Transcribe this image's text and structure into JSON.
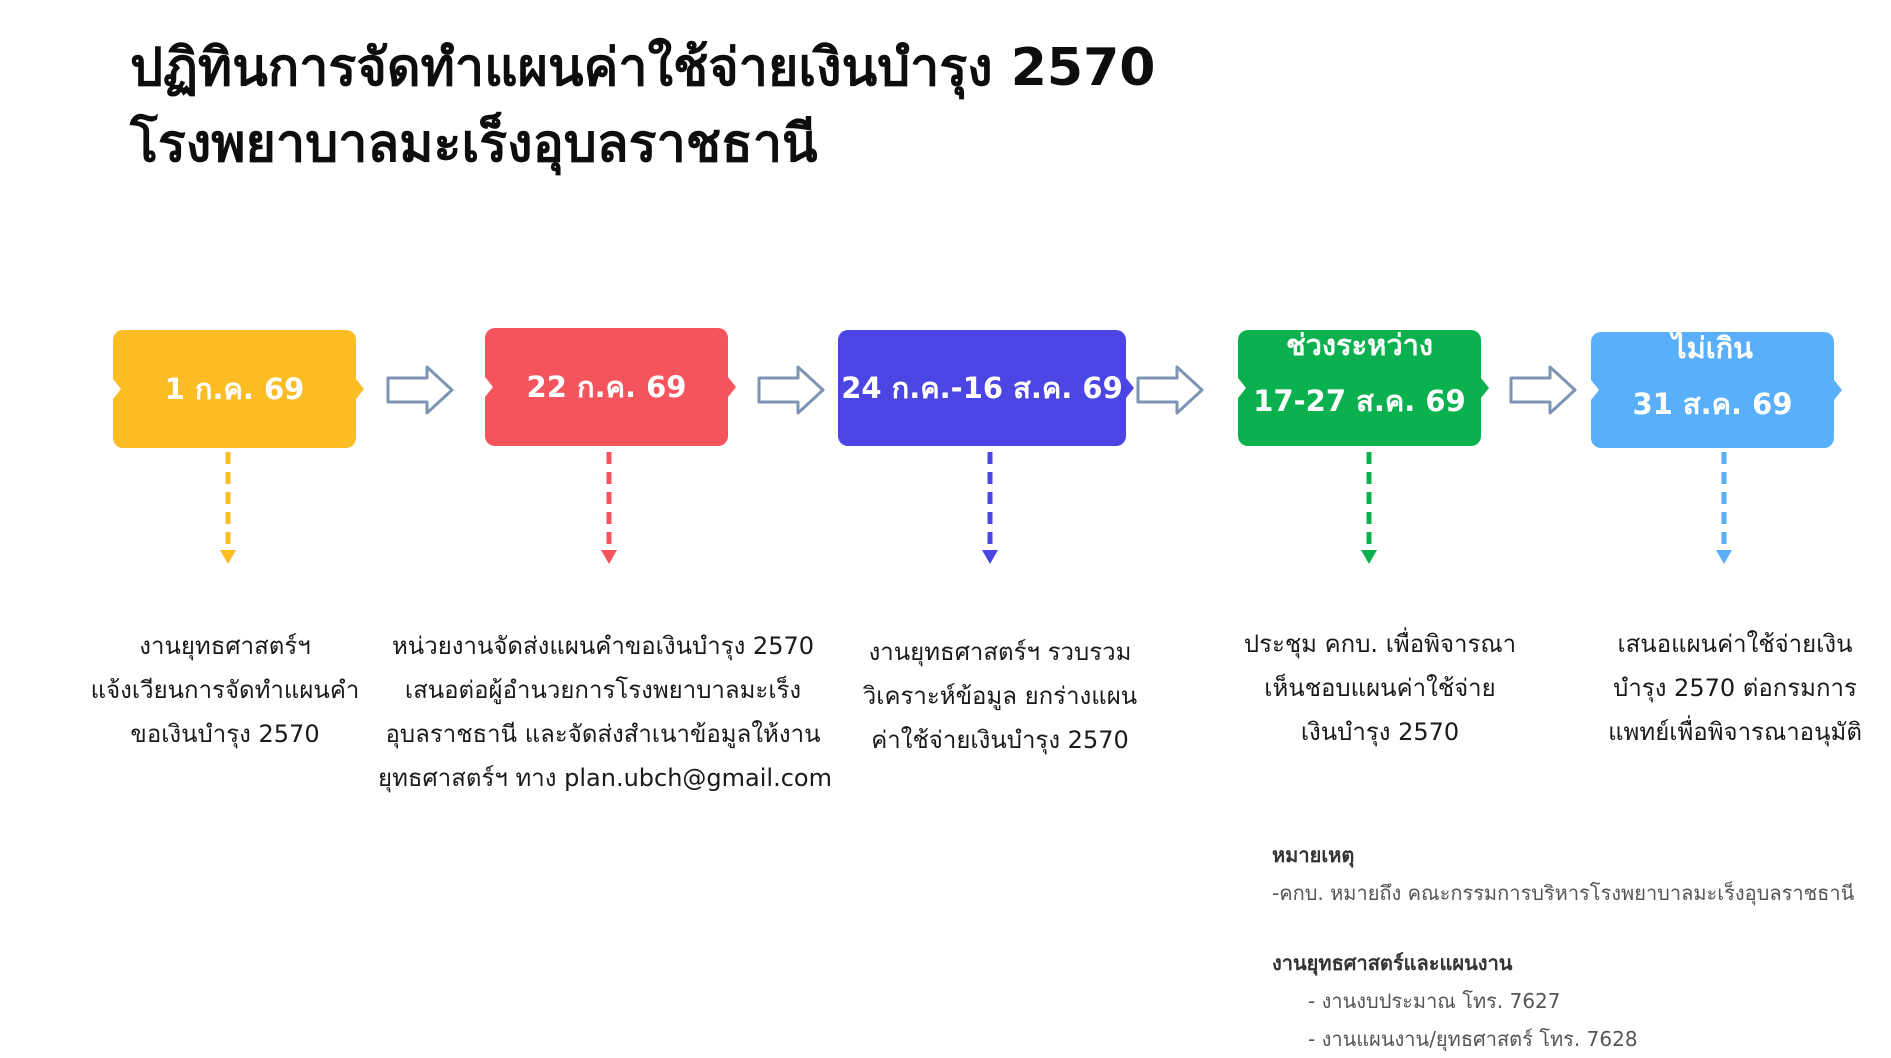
{
  "title": {
    "line1": "ปฏิทินการจัดทำแผนค่าใช้จ่ายเงินบำรุง 2570",
    "line2": "โรงพยาบาลมะเร็งอุบลราชธานี"
  },
  "steps": [
    {
      "date_lines": [
        "1 ก.ค. 69"
      ],
      "color": "#FBBC24",
      "desc_lines": [
        "งานยุทธศาสตร์ฯ",
        "แจ้งเวียนการจัดทำแผนคำ",
        "ขอเงินบำรุง 2570"
      ]
    },
    {
      "date_lines": [
        "22 ก.ค. 69"
      ],
      "color": "#F4545C",
      "desc_lines": [
        "หน่วยงานจัดส่งแผนคำขอเงินบำรุง 2570",
        "เสนอต่อผู้อำนวยการโรงพยาบาลมะเร็ง",
        "อุบลราชธานี และจัดส่งสำเนาข้อมูลให้งาน",
        "ยุทธศาสตร์ฯ ทาง plan.ubch@gmail.com"
      ]
    },
    {
      "date_lines": [
        "24 ก.ค.-16 ส.ค. 69"
      ],
      "color": "#4B45E3",
      "desc_lines": [
        "งานยุทธศาสตร์ฯ รวบรวม",
        "วิเคราะห์ข้อมูล ยกร่างแผน",
        "ค่าใช้จ่ายเงินบำรุง 2570"
      ]
    },
    {
      "date_lines": [
        "ช่วงระหว่าง",
        "17-27 ส.ค. 69"
      ],
      "color": "#0BB14F",
      "desc_lines": [
        "ประชุม คกบ. เพื่อพิจารณา",
        "เห็นชอบแผนค่าใช้จ่าย",
        "เงินบำรุง 2570"
      ]
    },
    {
      "date_lines": [
        "ไม่เกิน",
        "31 ส.ค. 69"
      ],
      "color": "#5AAFFB",
      "desc_lines": [
        "เสนอแผนค่าใช้จ่ายเงิน",
        "บำรุง 2570 ต่อกรมการ",
        "แพทย์เพื่อพิจารณาอนุมัติ"
      ]
    }
  ],
  "notes": {
    "heading": "หมายเหตุ",
    "definition": "-คกบ. หมายถึง คณะกรรมการบริหารโรงพยาบาลมะเร็งอุบลราชธานี",
    "contact_heading": "งานยุทธศาสตร์และแผนงาน",
    "contacts": [
      "- งานงบประมาณ โทร. 7627",
      "- งานแผนงาน/ยุทธศาสตร์ โทร. 7628"
    ]
  }
}
